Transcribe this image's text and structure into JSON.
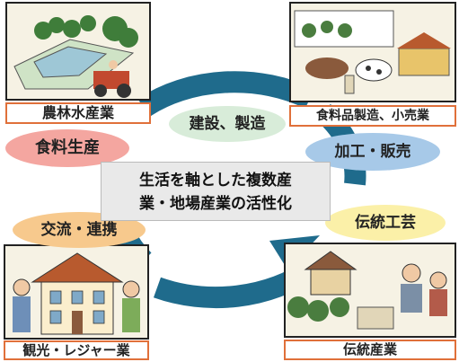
{
  "colors": {
    "ring": "#1f6b8c",
    "pink": "#f4a6a0",
    "blue": "#a7c9e8",
    "green": "#d8ecd9",
    "orange": "#f7c98d",
    "yellow": "#fbf0a8",
    "caption_border": "#e0703a",
    "center_bg": "#e9e9e9"
  },
  "corners": {
    "top_left": "農林水産業",
    "top_right": "食料品製造、小売業",
    "bottom_left": "観光・レジャー業",
    "bottom_right": "伝統産業"
  },
  "ovals": {
    "food_production": "食料生産",
    "construction": "建設、製造",
    "processing_sales": "加工・販売",
    "exchange": "交流・連携",
    "traditional_crafts": "伝統工芸"
  },
  "center": {
    "line1": "生活を軸とした複数産",
    "line2": "業・地場産業の活性化"
  }
}
